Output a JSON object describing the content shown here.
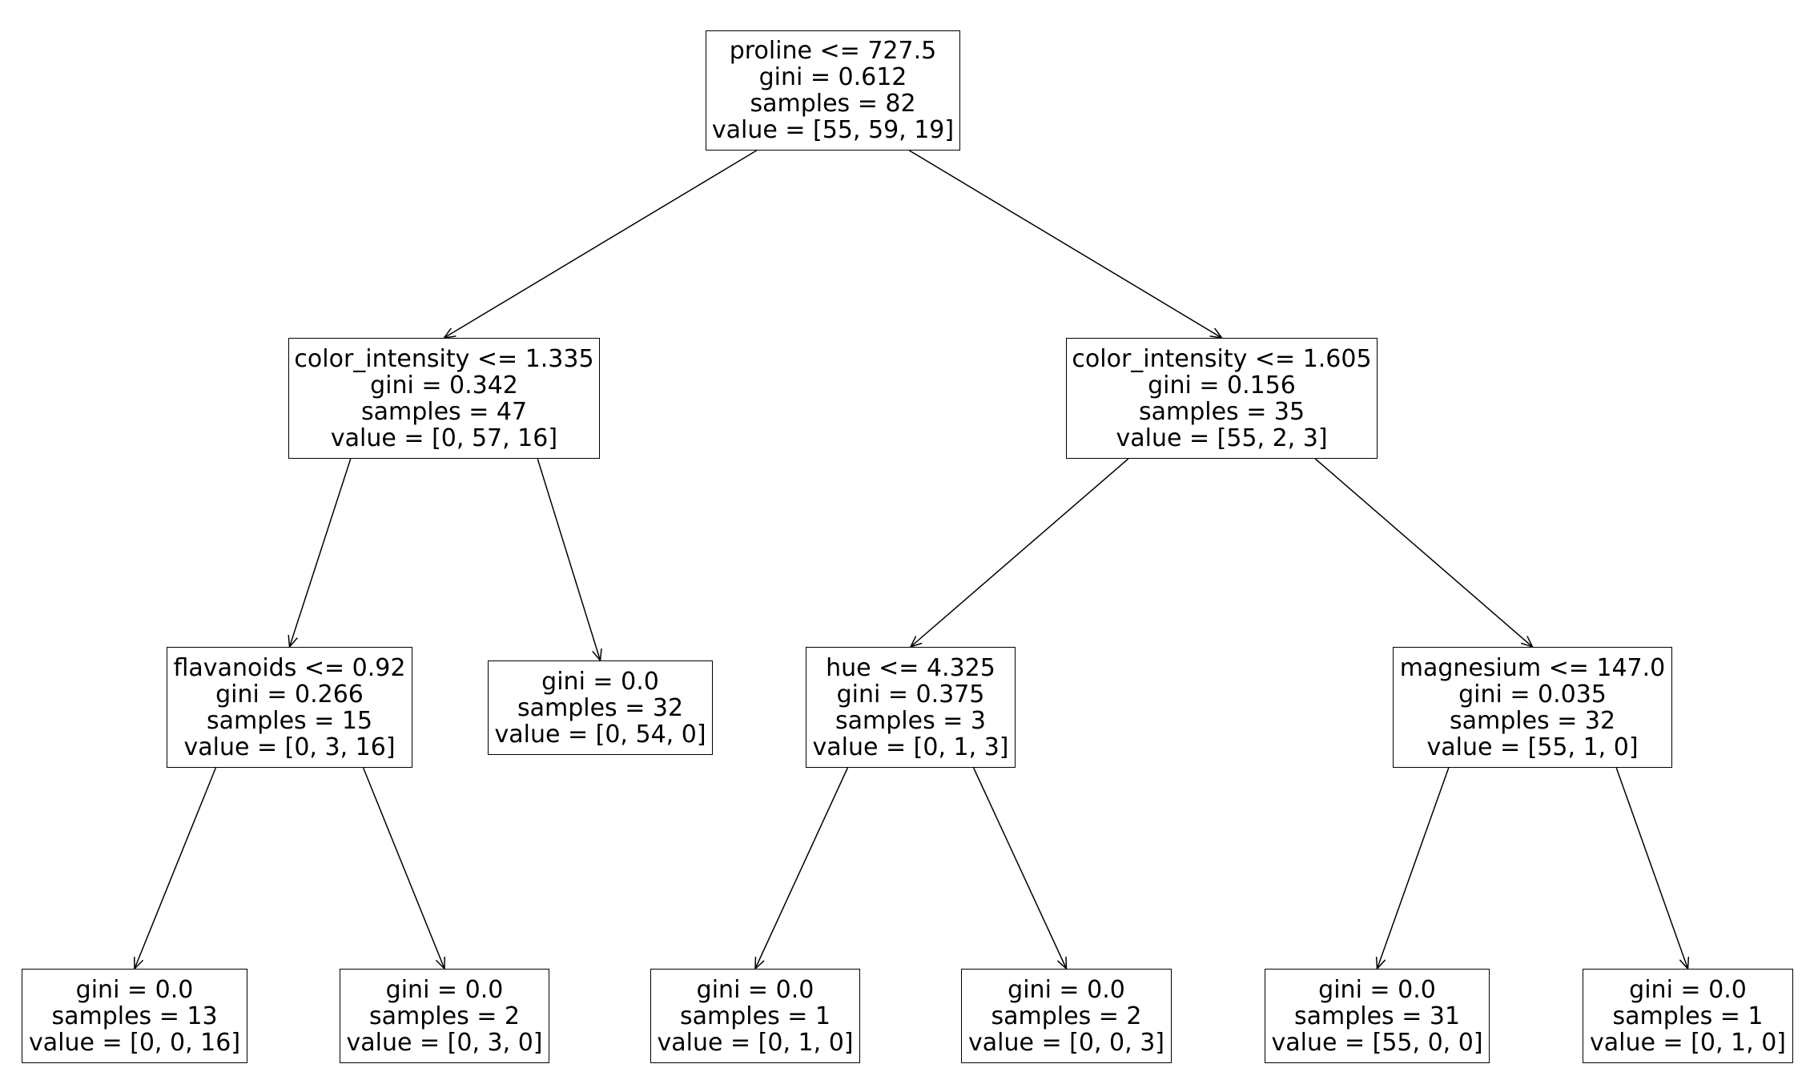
{
  "tree": {
    "nodes": [
      {
        "id": "n0",
        "lines": [
          "proline <= 727.5",
          "gini = 0.612",
          "samples = 82",
          "value = [55, 59, 19]"
        ]
      },
      {
        "id": "n1",
        "lines": [
          "color_intensity <= 1.335",
          "gini = 0.342",
          "samples = 47",
          "value = [0, 57, 16]"
        ]
      },
      {
        "id": "n2",
        "lines": [
          "color_intensity <= 1.605",
          "gini = 0.156",
          "samples = 35",
          "value = [55, 2, 3]"
        ]
      },
      {
        "id": "n3",
        "lines": [
          "flavanoids <= 0.92",
          "gini = 0.266",
          "samples = 15",
          "value = [0, 3, 16]"
        ]
      },
      {
        "id": "n4",
        "lines": [
          "gini = 0.0",
          "samples = 32",
          "value = [0, 54, 0]"
        ]
      },
      {
        "id": "n5",
        "lines": [
          "hue <= 4.325",
          "gini = 0.375",
          "samples = 3",
          "value = [0, 1, 3]"
        ]
      },
      {
        "id": "n6",
        "lines": [
          "magnesium <= 147.0",
          "gini = 0.035",
          "samples = 32",
          "value = [55, 1, 0]"
        ]
      },
      {
        "id": "n7",
        "lines": [
          "gini = 0.0",
          "samples = 13",
          "value = [0, 0, 16]"
        ]
      },
      {
        "id": "n8",
        "lines": [
          "gini = 0.0",
          "samples = 2",
          "value = [0, 3, 0]"
        ]
      },
      {
        "id": "n9",
        "lines": [
          "gini = 0.0",
          "samples = 1",
          "value = [0, 1, 0]"
        ]
      },
      {
        "id": "n10",
        "lines": [
          "gini = 0.0",
          "samples = 2",
          "value = [0, 0, 3]"
        ]
      },
      {
        "id": "n11",
        "lines": [
          "gini = 0.0",
          "samples = 31",
          "value = [55, 0, 0]"
        ]
      },
      {
        "id": "n12",
        "lines": [
          "gini = 0.0",
          "samples = 1",
          "value = [0, 1, 0]"
        ]
      }
    ],
    "edges": [
      {
        "from": "n0",
        "to": "n1"
      },
      {
        "from": "n0",
        "to": "n2"
      },
      {
        "from": "n1",
        "to": "n3"
      },
      {
        "from": "n1",
        "to": "n4"
      },
      {
        "from": "n2",
        "to": "n5"
      },
      {
        "from": "n2",
        "to": "n6"
      },
      {
        "from": "n3",
        "to": "n7"
      },
      {
        "from": "n3",
        "to": "n8"
      },
      {
        "from": "n5",
        "to": "n9"
      },
      {
        "from": "n5",
        "to": "n10"
      },
      {
        "from": "n6",
        "to": "n11"
      },
      {
        "from": "n6",
        "to": "n12"
      }
    ],
    "line_color": "#000000",
    "box_fill": "#ffffff"
  }
}
